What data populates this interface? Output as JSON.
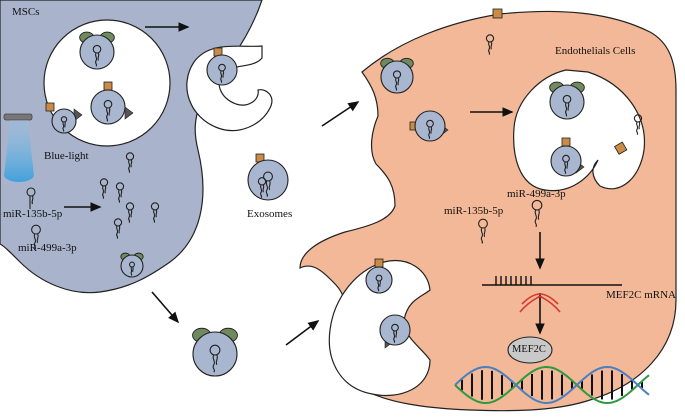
{
  "labels": {
    "mscs": "MSCs",
    "endothelial": "Endothelials Cells",
    "blue_light": "Blue-light",
    "mir135_left": "miR-135b-5p",
    "mir499_left": "miR-499a-3p",
    "exosomes": "Exosomes",
    "mir499_right": "miR-499a-3p",
    "mir135_right": "miR-135b-5p",
    "mef2c_mrna": "MEF2C mRNA",
    "mef2c": "MEF2C"
  },
  "colors": {
    "msc_cell": "#a9b4cc",
    "endothelial_cell": "#f2b897",
    "exosome": "#a9b6cf",
    "outline": "#222222",
    "green_receptor": "#6f8a5e",
    "orange_receptor": "#c98b45",
    "triangle_receptor": "#555555",
    "mrna_cut": "#d43a2e",
    "dna_green": "#2e9a3e",
    "dna_blue": "#4a7fc0",
    "light_beam": "#5fb0e0"
  }
}
